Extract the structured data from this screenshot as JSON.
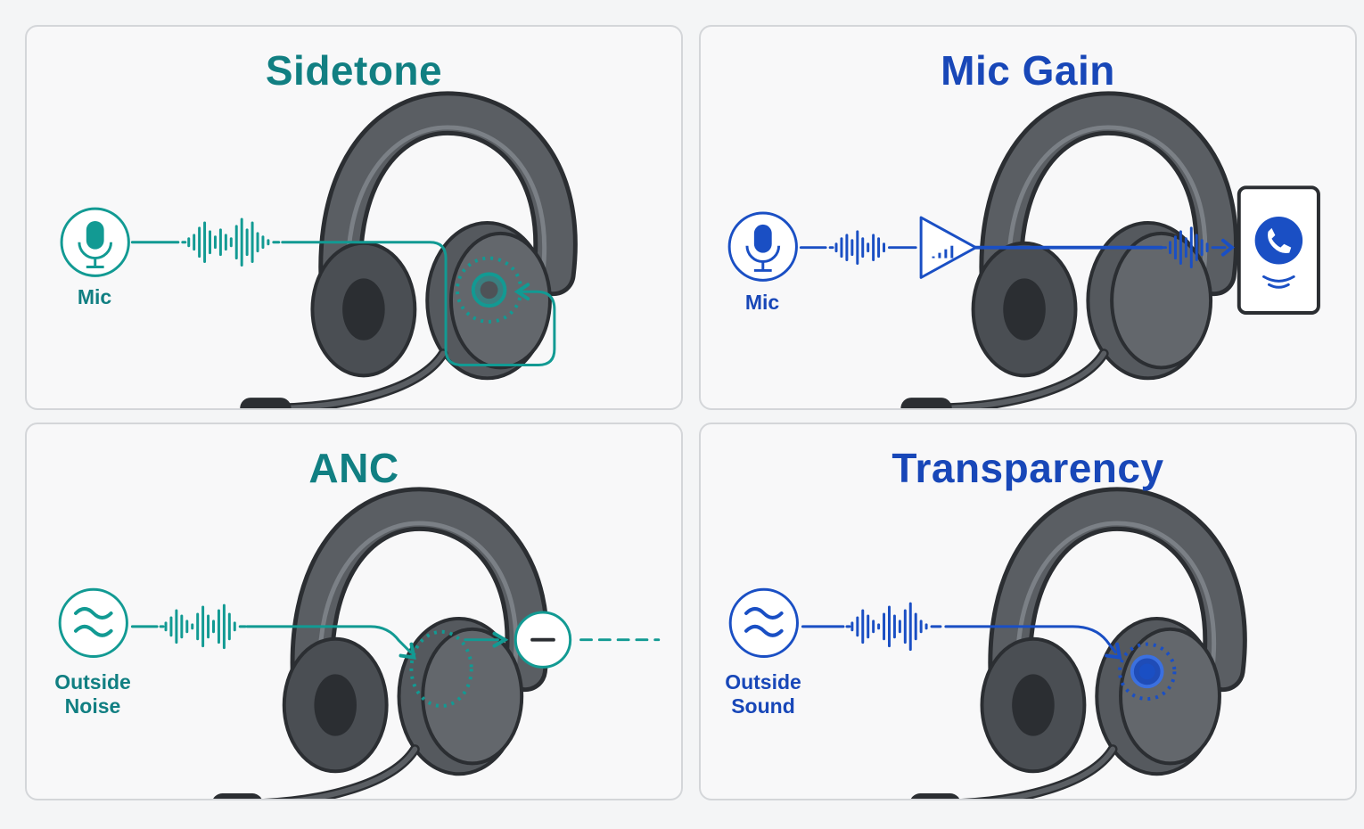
{
  "colors": {
    "teal": "#129a93",
    "blue": "#1a4fc4",
    "headset": "#4f5358",
    "headset_dark": "#2b2e32"
  },
  "panels": {
    "sidetone": {
      "title": "Sidetone",
      "source_label": "Mic",
      "source_icon": "microphone-icon"
    },
    "mic_gain": {
      "title": "Mic Gain",
      "source_label": "Mic",
      "source_icon": "microphone-icon",
      "amp_icon": "amplifier-icon",
      "device_icon": "phone-call-icon"
    },
    "anc": {
      "title": "ANC",
      "source_label_lines": [
        "Outside",
        "Noise"
      ],
      "source_icon": "noise-waves-icon",
      "cancel_icon": "minus-circle-icon"
    },
    "transparency": {
      "title": "Transparency",
      "source_label_lines": [
        "Outside",
        "Sound"
      ],
      "source_icon": "sound-waves-icon"
    }
  }
}
